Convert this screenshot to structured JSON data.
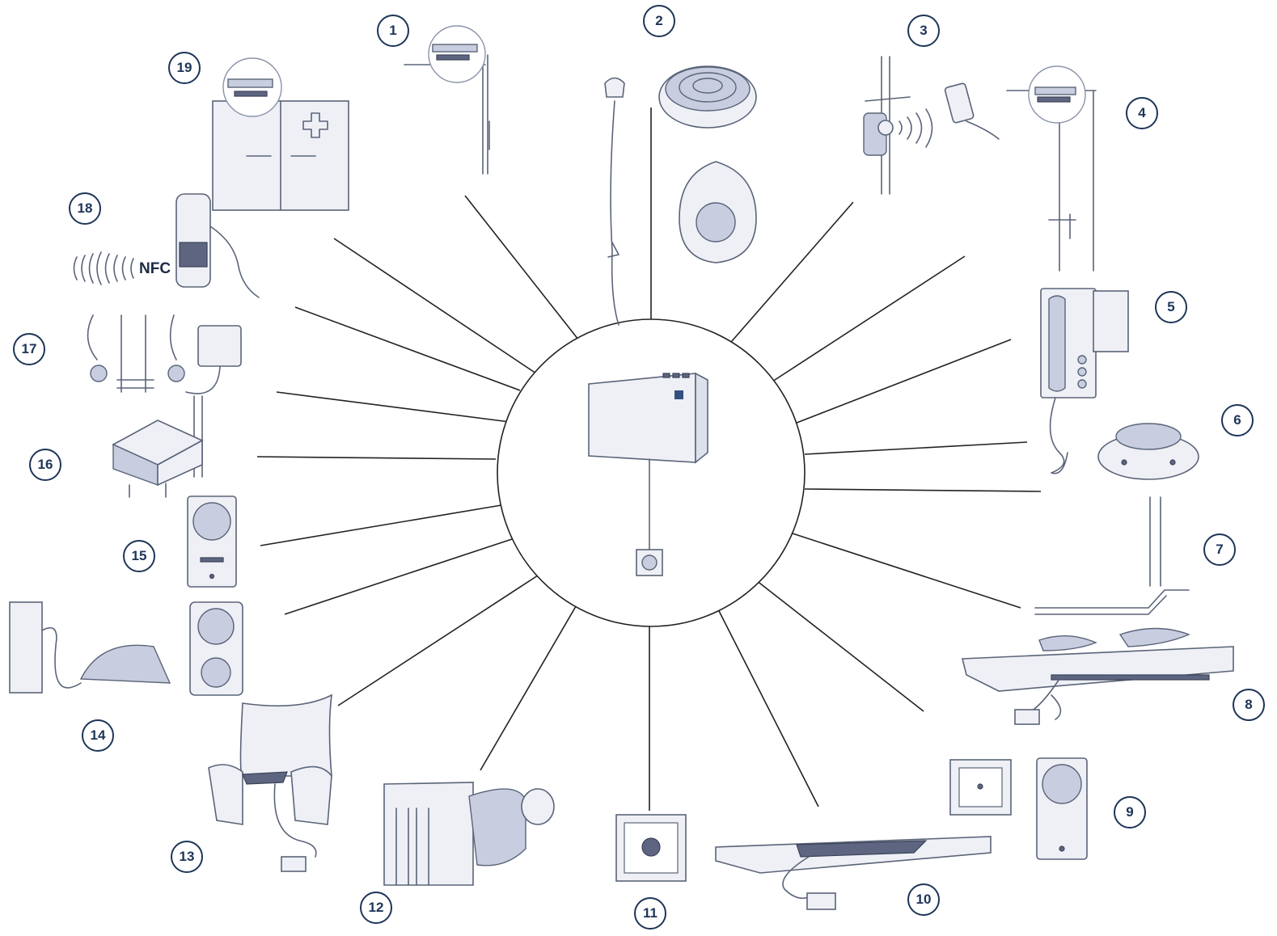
{
  "diagram": {
    "nfc_label": "NFC",
    "numbers": [
      "1",
      "2",
      "3",
      "4",
      "5",
      "6",
      "7",
      "8",
      "9",
      "10",
      "11",
      "12",
      "13",
      "14",
      "15",
      "16",
      "17",
      "18",
      "19"
    ],
    "colors": {
      "badge": "#1d3557",
      "line": "#222222",
      "device": "#5a6478",
      "accent": "#c8cde0"
    },
    "icons": {
      "center": "central-unit-icon",
      "1": "door-contact-icon",
      "2": "pull-cord-and-call-button-icon",
      "3": "smart-lock-icon",
      "4": "door-sensor-icon",
      "5": "intercom-icon",
      "6": "smoke-detector-icon",
      "7": "floor-sensor-icon",
      "8": "bed-mat-icon",
      "9": "switch-and-plug-icon",
      "10": "pressure-mat-icon",
      "11": "wall-sensor-icon",
      "12": "radiator-thermostat-icon",
      "13": "armchair-sensor-icon",
      "14": "iron-plug-icon",
      "15": "smart-plug-icon",
      "16": "water-sensor-icon",
      "17": "pipe-sensor-icon",
      "18": "nfc-phone-icon",
      "19": "cabinet-sensor-icon"
    }
  }
}
